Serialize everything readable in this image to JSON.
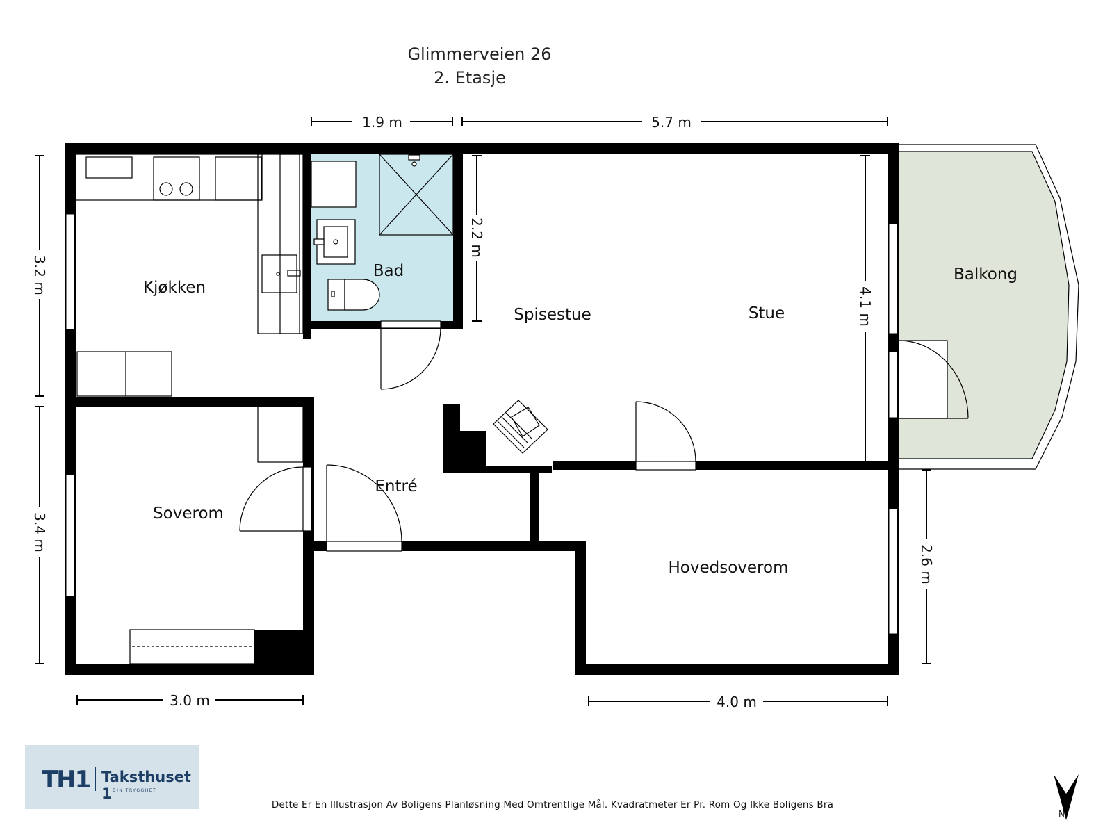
{
  "title": {
    "address": "Glimmerveien 26",
    "floor": "2. Etasje"
  },
  "rooms": [
    {
      "id": "kjokken",
      "label": "Kjøkken"
    },
    {
      "id": "bad",
      "label": "Bad"
    },
    {
      "id": "spisestue",
      "label": "Spisestue"
    },
    {
      "id": "stue",
      "label": "Stue"
    },
    {
      "id": "balkong",
      "label": "Balkong"
    },
    {
      "id": "entre",
      "label": "Entré"
    },
    {
      "id": "soverom",
      "label": "Soverom"
    },
    {
      "id": "hovedsoverom",
      "label": "Hovedsoverom"
    }
  ],
  "dimensions": {
    "top_left": "1.9 m",
    "top_right": "5.7 m",
    "left_upper": "3.2 m",
    "left_lower": "3.4 m",
    "bad_height": "2.2 m",
    "stue_height": "4.1 m",
    "right_lower": "2.6 m",
    "bottom_left": "3.0 m",
    "bottom_right": "4.0 m"
  },
  "colors": {
    "wall": "#000000",
    "bathroom_fill": "#c9e7ed",
    "balcony_fill": "#dfe5d8",
    "logo_bg": "#d6e2ea",
    "logo_text": "#1d3f66"
  },
  "logo": {
    "mark": "TH1",
    "name": "Taksthuset 1",
    "tagline": "DIN TRYGGHET"
  },
  "disclaimer": "Dette Er En Illustrasjon Av Boligens Planløsning Med Omtrentlige Mål. Kvadratmeter Er Pr. Rom Og Ikke Boligens Bra",
  "compass": {
    "label": "N",
    "icon": "north-arrow-icon"
  }
}
